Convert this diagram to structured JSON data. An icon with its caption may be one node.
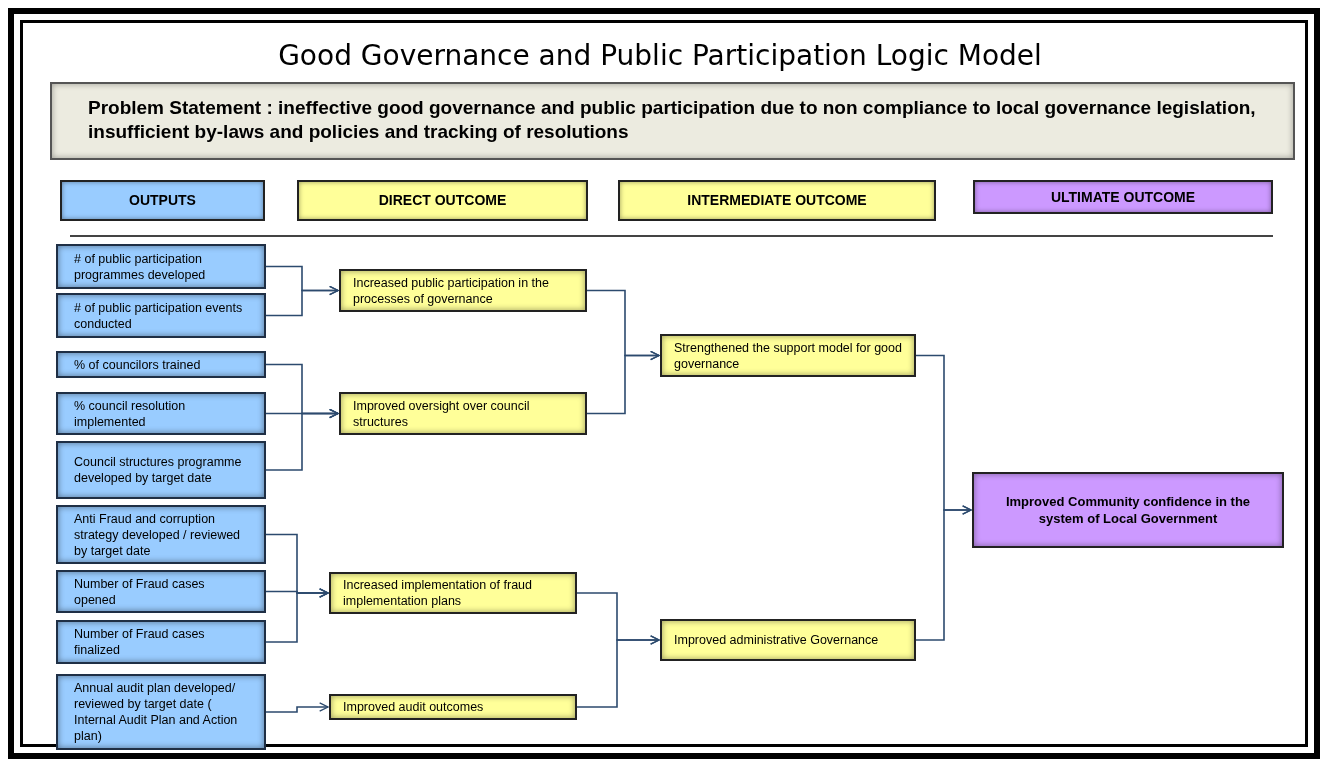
{
  "diagram": {
    "title": "Good Governance and Public Participation Logic Model",
    "nodes": [
      {
        "text": [
          "Problem Statement : ineffective good governance and public participation due to non compliance to local governance legislation, insufficient by-laws and policies and tracking of resolutions"
        ]
      },
      {
        "text": [
          "OUTPUTS"
        ]
      },
      {
        "text": [
          "DIRECT OUTCOME"
        ]
      },
      {
        "text": [
          "INTERMEDIATE OUTCOME"
        ]
      },
      {
        "text": [
          "ULTIMATE OUTCOME"
        ]
      },
      {
        "text": [
          "# of public participation programmes developed"
        ]
      },
      {
        "text": [
          "# of public participation events conducted"
        ]
      },
      {
        "text": [
          "% of councilors trained"
        ]
      },
      {
        "text": [
          "% council resolution implemented"
        ]
      },
      {
        "text": [
          "Council structures programme developed by target date"
        ]
      },
      {
        "text": [
          "Anti Fraud and corruption strategy developed / reviewed by target date"
        ]
      },
      {
        "text": [
          "Number of Fraud cases opened"
        ]
      },
      {
        "text": [
          "Number of Fraud cases finalized"
        ]
      },
      {
        "text": [
          "Annual audit plan developed/ reviewed by target date ( Internal Audit Plan and Action plan)"
        ]
      },
      {
        "text": [
          "Increased public participation in the processes of governance"
        ]
      },
      {
        "text": [
          "Improved oversight over council structures"
        ]
      },
      {
        "text": [
          "Increased implementation of fraud implementation plans"
        ]
      },
      {
        "text": [
          "Improved audit outcomes"
        ]
      },
      {
        "text": [
          "Strengthened the support model for good governance"
        ]
      },
      {
        "text": [
          "Improved administrative Governance"
        ]
      },
      {
        "text": [
          "Improved Community confidence in the system of Local Government"
        ]
      }
    ],
    "edges": [
      {
        "from": 5,
        "to": 14,
        "arrow": "to"
      },
      {
        "from": 6,
        "to": 14,
        "arrow": "to"
      },
      {
        "from": 7,
        "to": 15,
        "arrow": "to"
      },
      {
        "from": 8,
        "to": 15,
        "arrow": "to"
      },
      {
        "from": 9,
        "to": 15,
        "arrow": "to"
      },
      {
        "from": 10,
        "to": 16,
        "arrow": "to"
      },
      {
        "from": 11,
        "to": 16,
        "arrow": "to"
      },
      {
        "from": 12,
        "to": 16,
        "arrow": "to"
      },
      {
        "from": 13,
        "to": 17,
        "arrow": "to"
      },
      {
        "from": 14,
        "to": 18,
        "arrow": "to"
      },
      {
        "from": 15,
        "to": 18,
        "arrow": "to"
      },
      {
        "from": 16,
        "to": 19,
        "arrow": "to"
      },
      {
        "from": 17,
        "to": 19,
        "arrow": "to"
      },
      {
        "from": 18,
        "to": 20,
        "arrow": "to"
      },
      {
        "from": 19,
        "to": 20,
        "arrow": "to"
      }
    ]
  }
}
